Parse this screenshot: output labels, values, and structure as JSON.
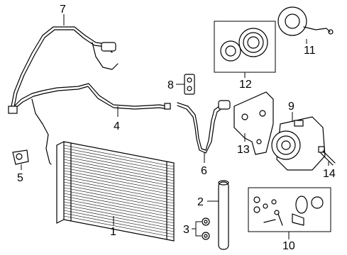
{
  "callouts": {
    "c1": "1",
    "c2": "2",
    "c3": "3",
    "c4": "4",
    "c5": "5",
    "c6": "6",
    "c7": "7",
    "c8": "8",
    "c9": "9",
    "c10": "10",
    "c11": "11",
    "c12": "12",
    "c13": "13",
    "c14": "14"
  },
  "icons": {
    "condenser": "condenser-icon",
    "receiver_drier": "receiver-drier-icon",
    "o_rings": "o-ring-icon",
    "liquid_line": "liquid-line-icon",
    "pressure_switch": "pressure-switch-icon",
    "discharge_hose": "discharge-hose-icon",
    "suction_hose": "suction-hose-icon",
    "expansion_valve": "expansion-valve-icon",
    "compressor": "compressor-icon",
    "seal_kit": "seal-kit-icon",
    "clutch_coil": "clutch-coil-icon",
    "clutch_pulley": "clutch-pulley-icon",
    "mounting_bracket": "mounting-bracket-icon",
    "bolt": "bolt-icon"
  },
  "colors": {
    "line": "#000000",
    "background": "#ffffff"
  }
}
